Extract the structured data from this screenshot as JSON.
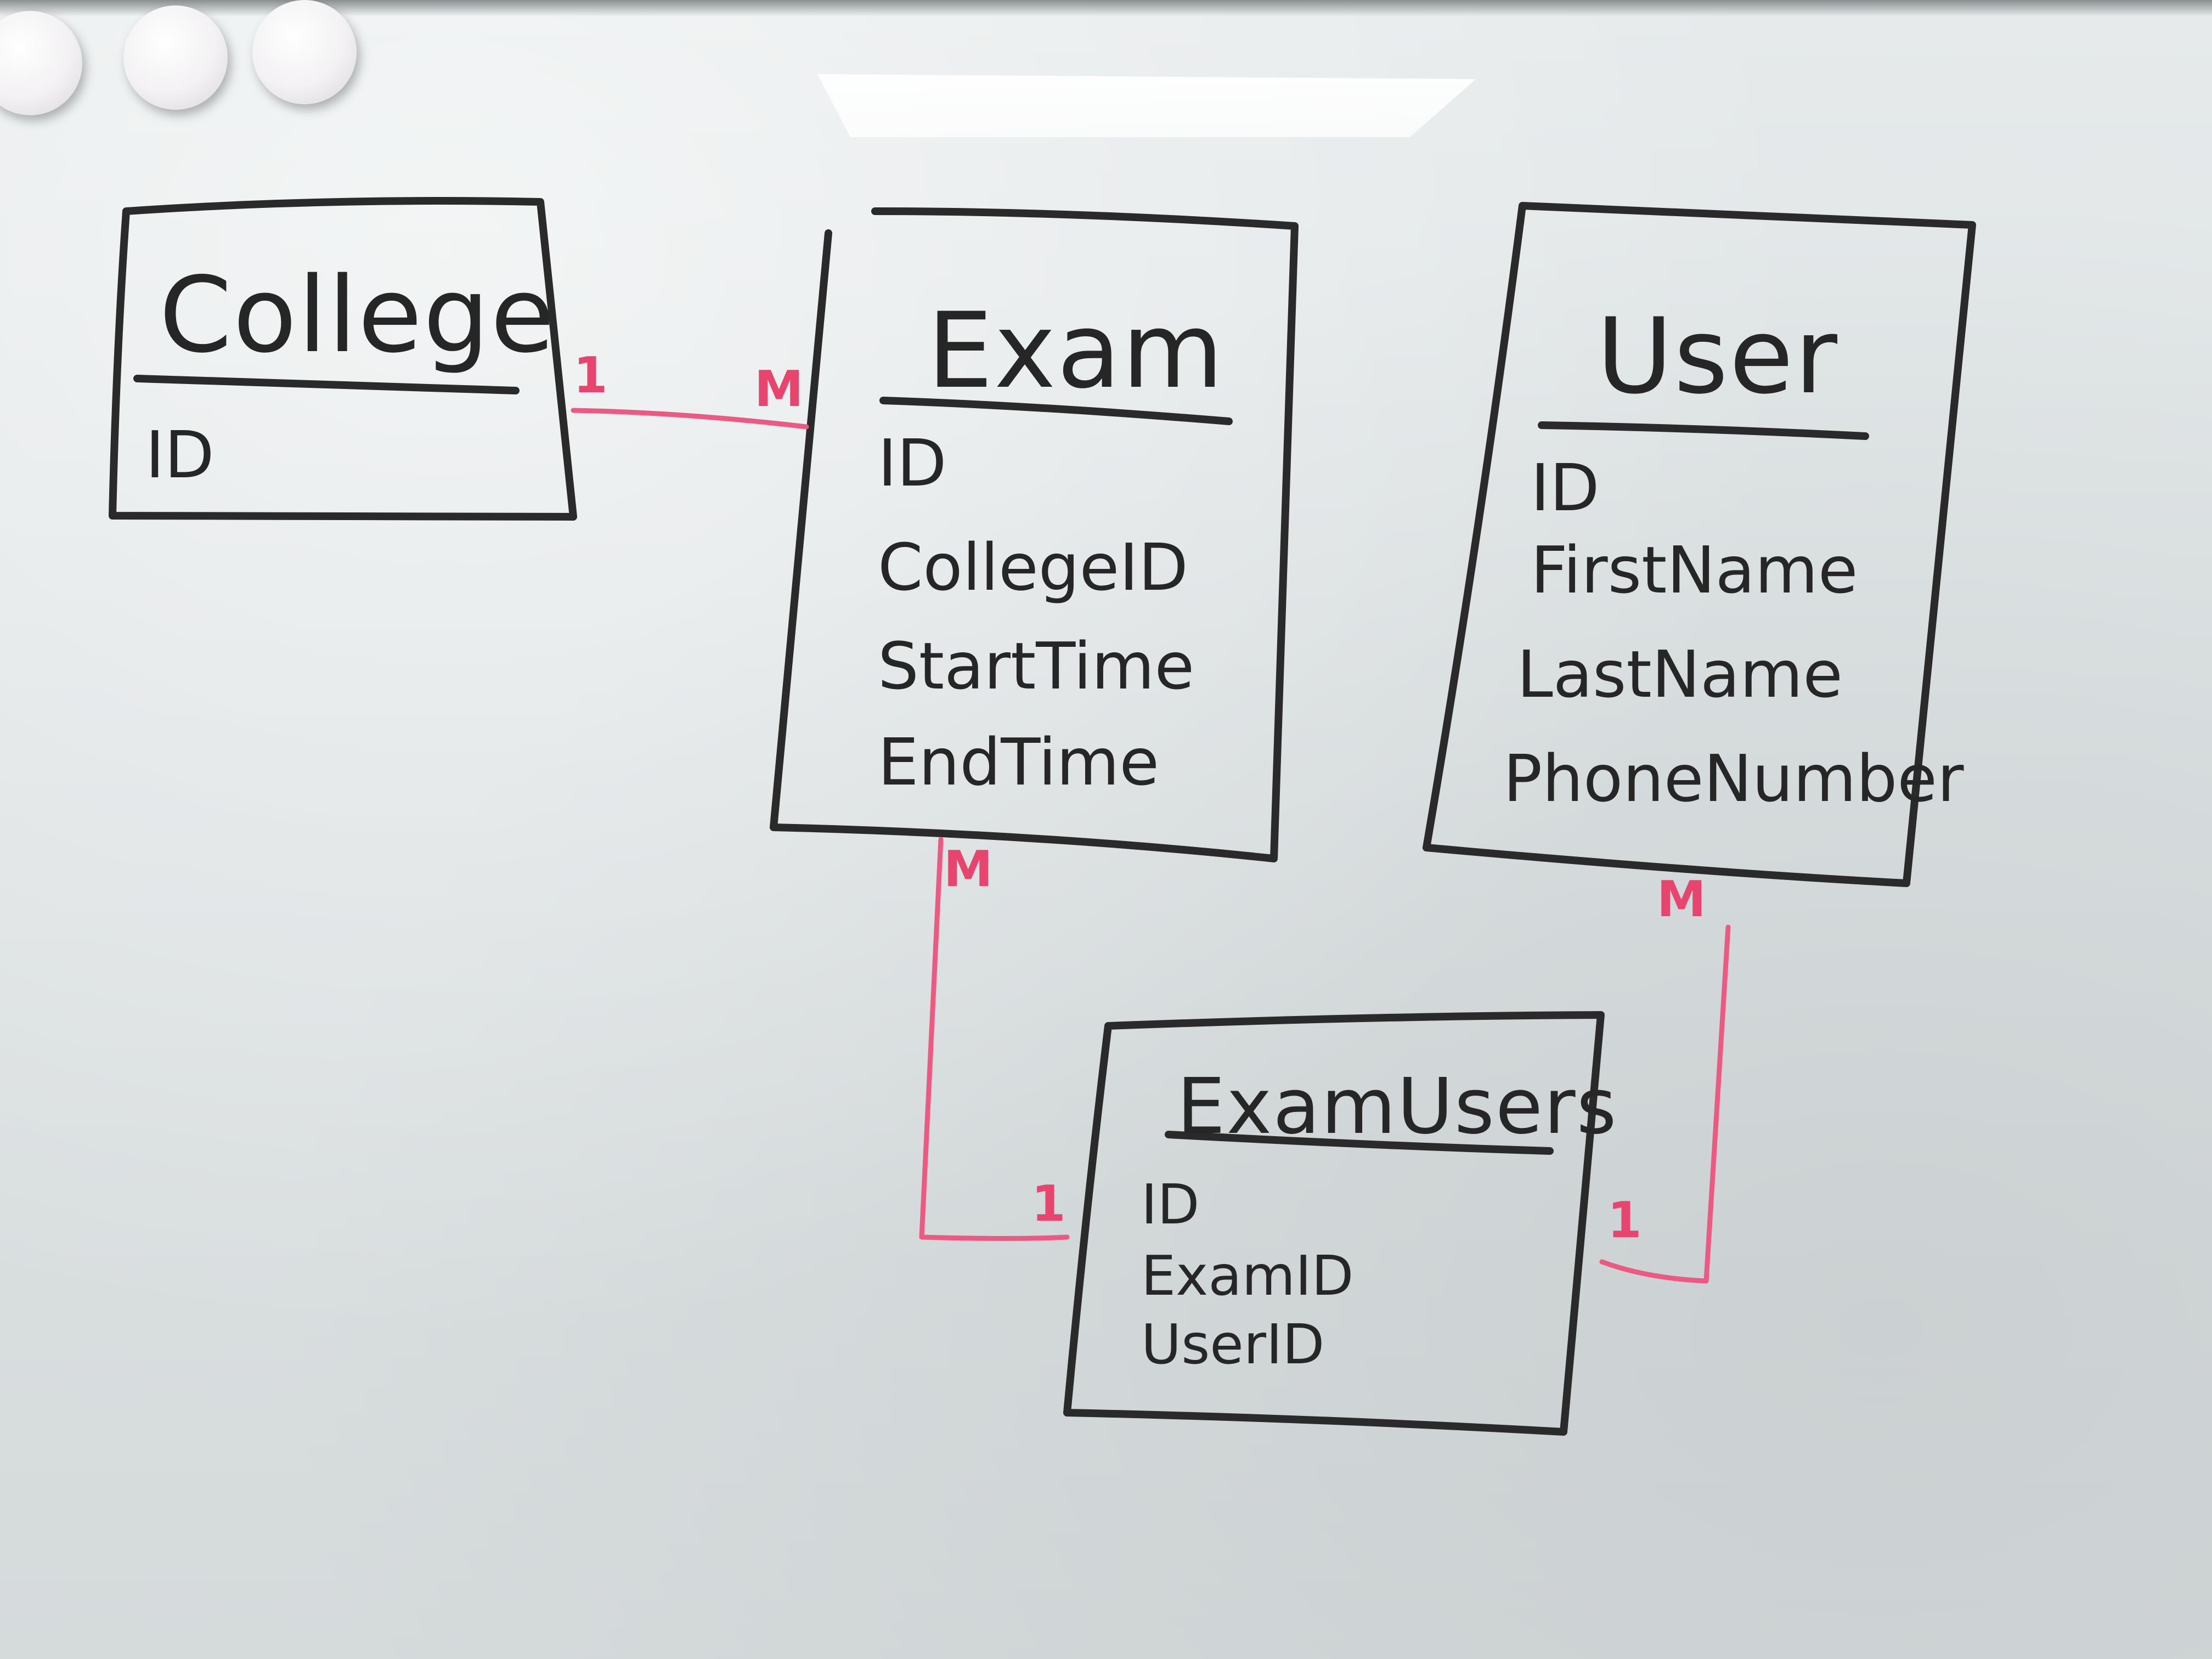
{
  "entities": [
    {
      "name": "College",
      "fields": [
        "ID"
      ]
    },
    {
      "name": "Exam",
      "fields": [
        "ID",
        "CollegeID",
        "StartTime",
        "EndTime"
      ]
    },
    {
      "name": "User",
      "fields": [
        "ID",
        "FirstName",
        "LastName",
        "PhoneNumber"
      ]
    },
    {
      "name": "ExamUsers",
      "fields": [
        "ID",
        "ExamID",
        "UserID"
      ]
    }
  ],
  "relationships": [
    {
      "from": "College",
      "to": "Exam",
      "from_cardinality": "1",
      "to_cardinality": "M"
    },
    {
      "from": "Exam",
      "to": "ExamUsers",
      "from_cardinality": "M",
      "to_cardinality": "1"
    },
    {
      "from": "User",
      "to": "ExamUsers",
      "from_cardinality": "M",
      "to_cardinality": "1"
    }
  ],
  "colors": {
    "marker_black": "#262626",
    "marker_red": "#e8456e",
    "board": "#dde2e3"
  }
}
